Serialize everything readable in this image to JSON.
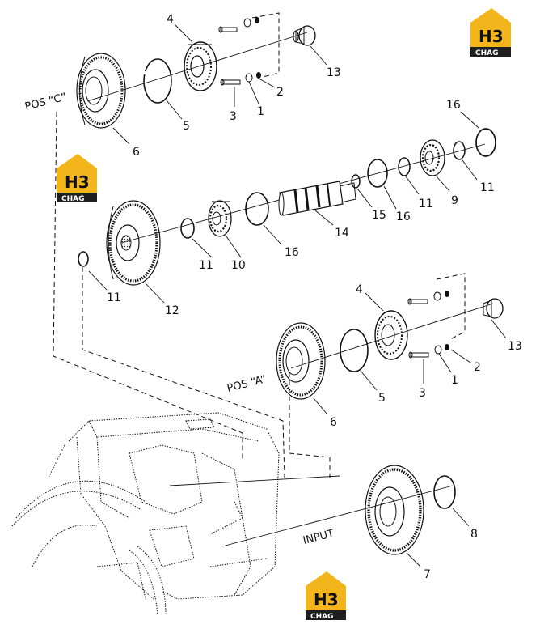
{
  "diagram": {
    "position_labels": {
      "pos_c": "POS “C”",
      "pos_a": "POS “A”",
      "input": "INPUT"
    },
    "callouts": {
      "c4_top": "4",
      "c5_top": "5",
      "c6_top": "6",
      "c3_top": "3",
      "c1_top": "1",
      "c2_top": "2",
      "c13_top": "13",
      "c16_a": "16",
      "c11_a": "11",
      "c9": "9",
      "c11_b": "11",
      "c16_b": "16",
      "c15": "15",
      "c14": "14",
      "c16_c": "16",
      "c10": "10",
      "c11_c": "11",
      "c12": "12",
      "c11_d": "11",
      "c4_mid": "4",
      "c13_mid": "13",
      "c2_mid": "2",
      "c1_mid": "1",
      "c3_mid": "3",
      "c5_mid": "5",
      "c6_mid": "6",
      "c8": "8",
      "c7": "7"
    },
    "logos": [
      {
        "big": "H3",
        "small": "CHAG"
      },
      {
        "big": "H3",
        "small": "CHAG"
      },
      {
        "big": "H3",
        "small": "CHAG"
      }
    ],
    "colors": {
      "line": "#111111",
      "logo_yellow": "#f2b51b",
      "logo_dark": "#1f1f1f"
    }
  }
}
